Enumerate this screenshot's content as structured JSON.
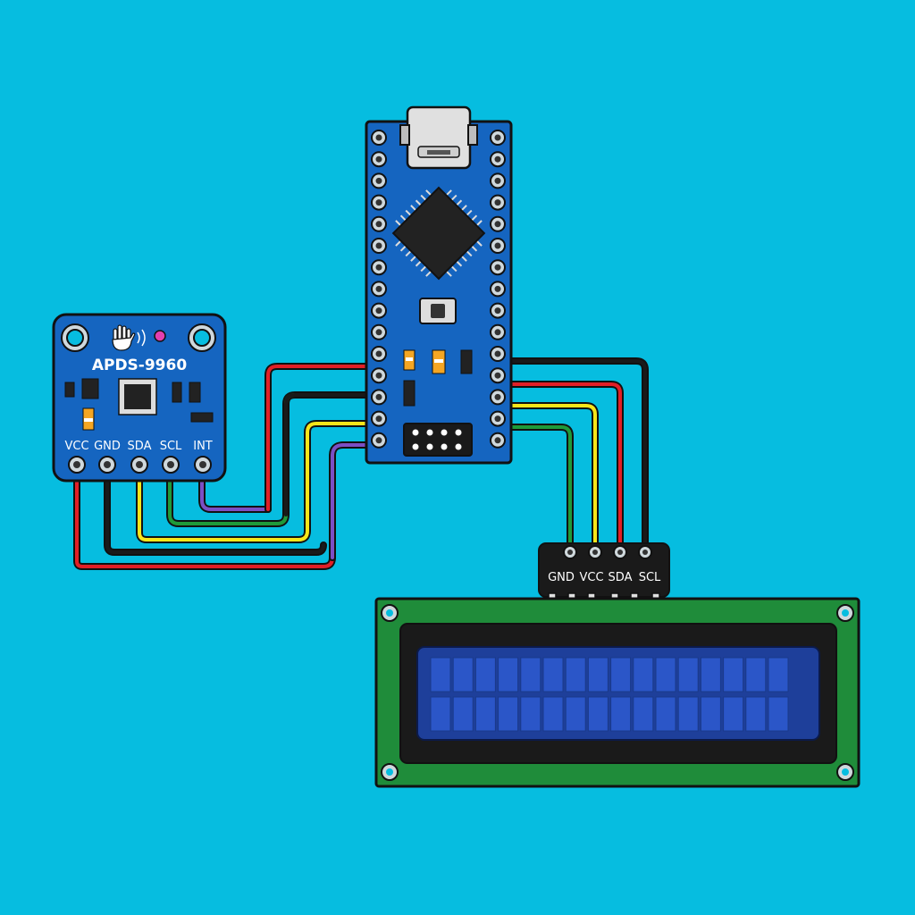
{
  "colors": {
    "background": "#06bde0",
    "pcb_blue": "#1565c0",
    "pcb_green": "#1f8c3a",
    "lcd_blue": "#1e3f9a",
    "wire_red": "#e21f26",
    "wire_black": "#1a1a1a",
    "wire_yellow": "#f6e61a",
    "wire_green": "#1f9a3a",
    "wire_purple": "#7b4fc4"
  },
  "sensor": {
    "title": "APDS-9960",
    "icon": "hand-gesture-icon",
    "pins": [
      "VCC",
      "GND",
      "SDA",
      "SCL",
      "INT"
    ]
  },
  "microcontroller": {
    "icon": "usb-connector-icon"
  },
  "lcd": {
    "pins": [
      "GND",
      "VCC",
      "SDA",
      "SCL"
    ],
    "rows": 2,
    "cols": 16
  },
  "wires": [
    {
      "from": "sensor.VCC",
      "color": "wire_red"
    },
    {
      "from": "sensor.GND",
      "color": "wire_black"
    },
    {
      "from": "sensor.SDA",
      "color": "wire_yellow"
    },
    {
      "from": "sensor.SCL",
      "color": "wire_green"
    },
    {
      "from": "sensor.INT",
      "color": "wire_purple"
    },
    {
      "from": "lcd.GND",
      "color": "wire_green"
    },
    {
      "from": "lcd.VCC",
      "color": "wire_yellow"
    },
    {
      "from": "lcd.SDA",
      "color": "wire_red"
    },
    {
      "from": "lcd.SCL",
      "color": "wire_black"
    }
  ]
}
